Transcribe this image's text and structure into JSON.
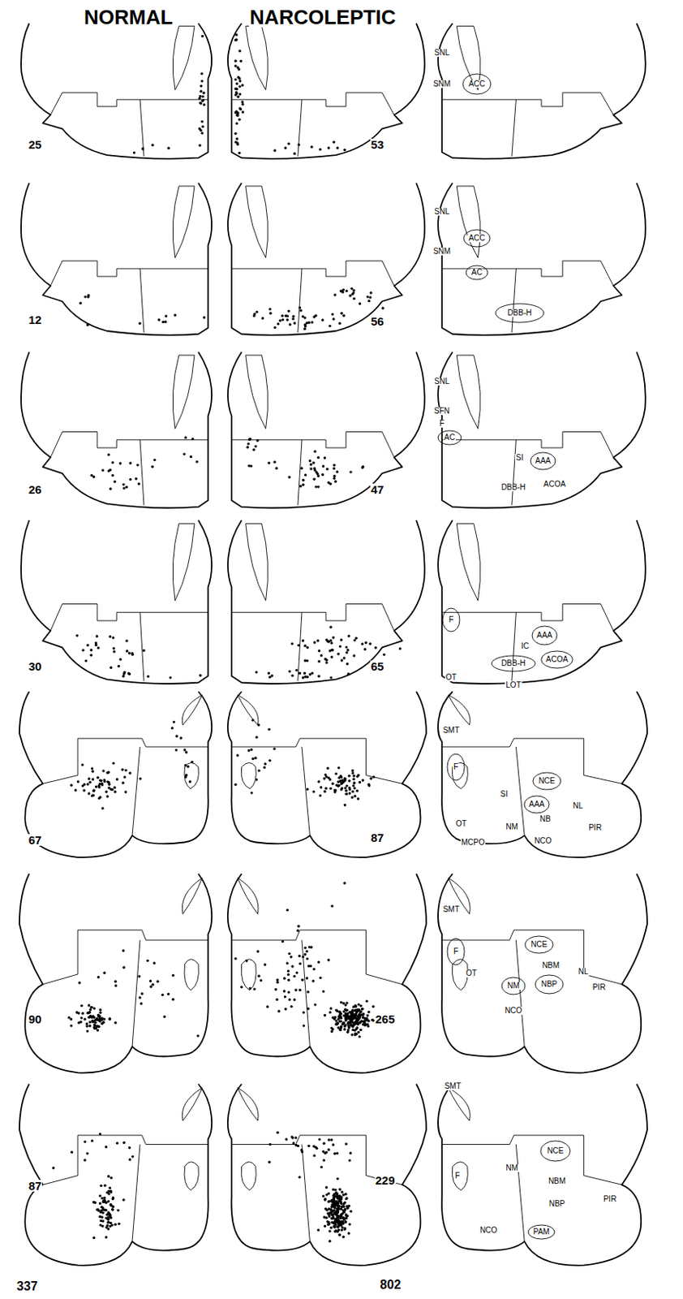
{
  "diagram": {
    "labels": [
      "NORMAL",
      "NARCOLEPTIC",
      "25",
      "53",
      "SNL",
      "SNM",
      "ACC",
      "12",
      "56",
      "SNL",
      "SNM",
      "ACC",
      "AC",
      "DBB-H",
      "26",
      "47",
      "SNL",
      "SFN",
      "F",
      "AC",
      "SI",
      "AAA",
      "DBB-H",
      "ACOA",
      "30",
      "65",
      "F",
      "IC",
      "AAA",
      "DBB-H",
      "ACOA",
      "OT",
      "LOT",
      "67",
      "87",
      "SMT",
      "F",
      "NCE",
      "SI",
      "AAA",
      "NL",
      "NB",
      "PIR",
      "OT",
      "NM",
      "MCPO",
      "NCO",
      "90",
      "265",
      "SMT",
      "F",
      "NCE",
      "NBM",
      "NL",
      "OT",
      "NM",
      "NBP",
      "PIR",
      "NCO",
      "87",
      "229",
      "SMT",
      "NCE",
      "NM",
      "F",
      "NBM",
      "NBP",
      "PIR",
      "NCO",
      "PAM",
      "337",
      "802"
    ]
  }
}
